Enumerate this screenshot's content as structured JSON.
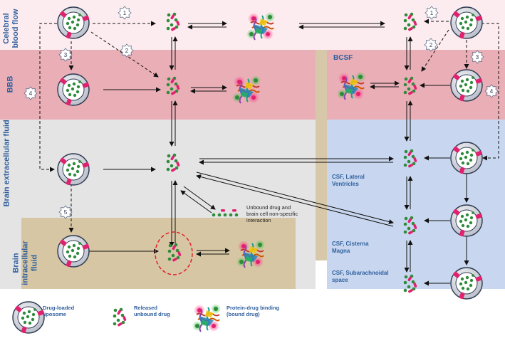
{
  "regions": {
    "cerebral_blood_flow": "Celebral blood flow",
    "bbb": "BBB",
    "brain_extracellular_fluid": "Brain extracellular fluid",
    "brain_intracellular_fluid": "Brain intracellular fluid",
    "bcsf": "BCSF",
    "csf_lateral_ventricles": "CSF, Lateral Ventricles",
    "csf_cisterna_magna": "CSF, Cisterna Magna",
    "csf_subarachnoidal_space": "CSF, Subarachnoidal space"
  },
  "annotation": "Unbound drug and brain cell non-specific interaction",
  "pathway_numbers": [
    "1",
    "2",
    "3",
    "4",
    "5"
  ],
  "legend": {
    "liposome": "Drug-loaded liposome",
    "released_drug": "Released unbound drug",
    "protein_binding": "Protein-drug binding (bound drug)"
  },
  "colors": {
    "blood_flow_bg": "#fcecef",
    "bbb_bg": "#e9aeb6",
    "extracellular_bg": "#e4e4e4",
    "intracellular_bg": "#d6c6a4",
    "csf_bg": "#c8d7ef",
    "label_blue": "#2f5f9e",
    "drug_green": "#2e8b3a",
    "drug_pink": "#e0226e"
  }
}
